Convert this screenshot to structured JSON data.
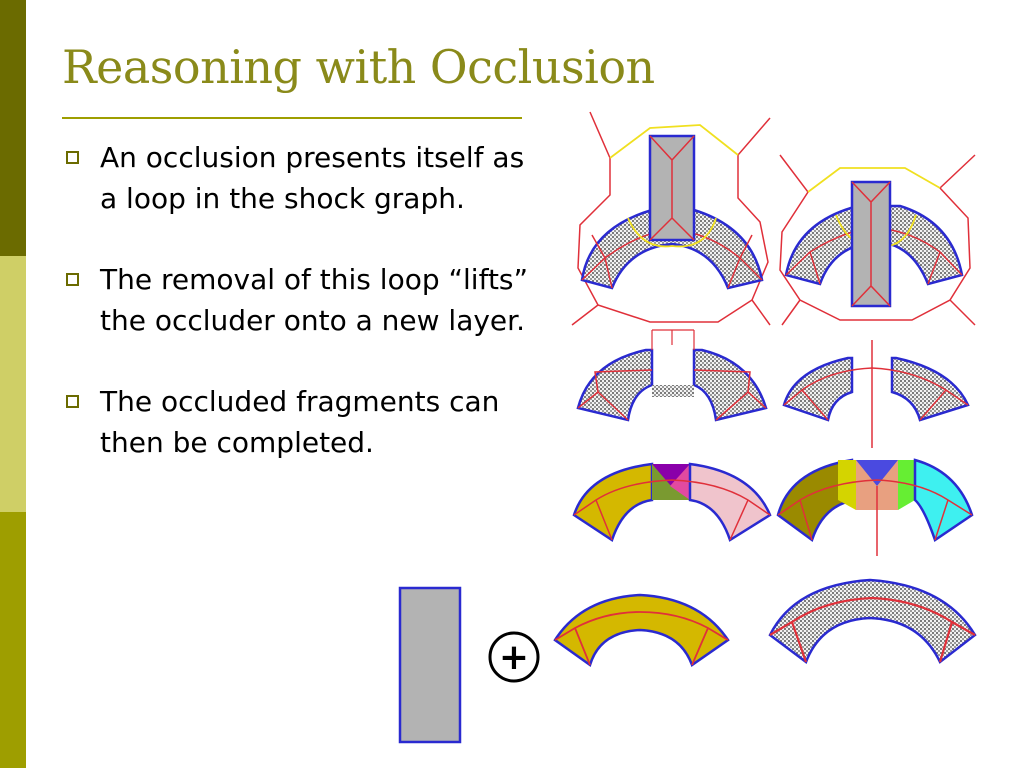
{
  "slide": {
    "title": "Reasoning with Occlusion",
    "bullets": [
      {
        "text": "An occlusion presents itself as a loop in the shock graph."
      },
      {
        "text": "The removal of this loop “lifts” the occluder onto a new layer."
      },
      {
        "text": "The occluded fragments can then be completed."
      }
    ],
    "plus_symbol": "+"
  },
  "colors": {
    "sidebar_dark": "#6b6b00",
    "sidebar_light": "#cfcf66",
    "sidebar_mid": "#9e9e00",
    "title": "#8a8a1a",
    "shock_red": "#e0303a",
    "outline_blue": "#2a2ad0",
    "loop_yellow": "#f0e020",
    "occluder_gray": "#b3b3b3",
    "fragment_olive": "#d4b800",
    "fragment_pink": "#f0c4cc",
    "fragment_cyan": "#3ef0f0",
    "fragment_green": "#66ee33"
  }
}
